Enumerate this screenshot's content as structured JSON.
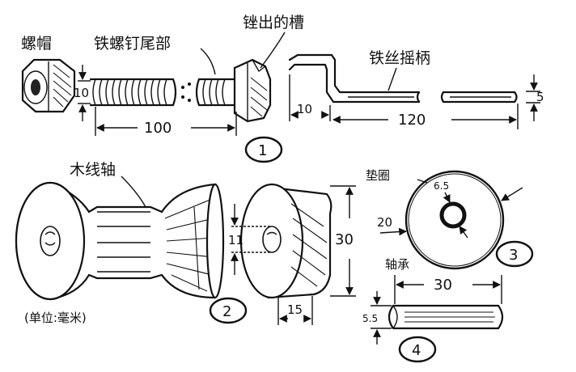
{
  "labels": {
    "nut": "螺帽",
    "bolt_tail": "铁螺钉尾部",
    "file_groove": "锉出的槽",
    "crank": "铁丝摇柄",
    "spool": "木线轴",
    "unit": "(单位:毫米)",
    "washer": "垫圈",
    "bearing": "轴承"
  },
  "dimensions": {
    "nut_height": "10",
    "bolt_length": "100",
    "crank_offset": "10",
    "crank_length": "120",
    "crank_thickness": "5",
    "spool_bore": "11",
    "spool_diameter": "30",
    "spool_width": "15",
    "washer_inner": "6.5",
    "washer_outer": "20",
    "bearing_length": "30",
    "bearing_diameter": "5.5"
  },
  "figure_numbers": [
    "1",
    "2",
    "3",
    "4"
  ]
}
